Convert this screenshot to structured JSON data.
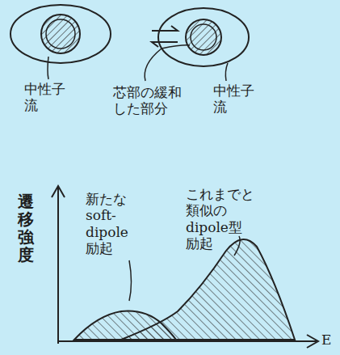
{
  "diagram": {
    "labels": [
      "中性子 流",
      "芯部の緩和 した部分",
      "中性子 流",
      "遷移強度",
      "新たな soft-dipole 励起",
      "これまでと 類似の dipole型 励起",
      "E"
    ]
  }
}
